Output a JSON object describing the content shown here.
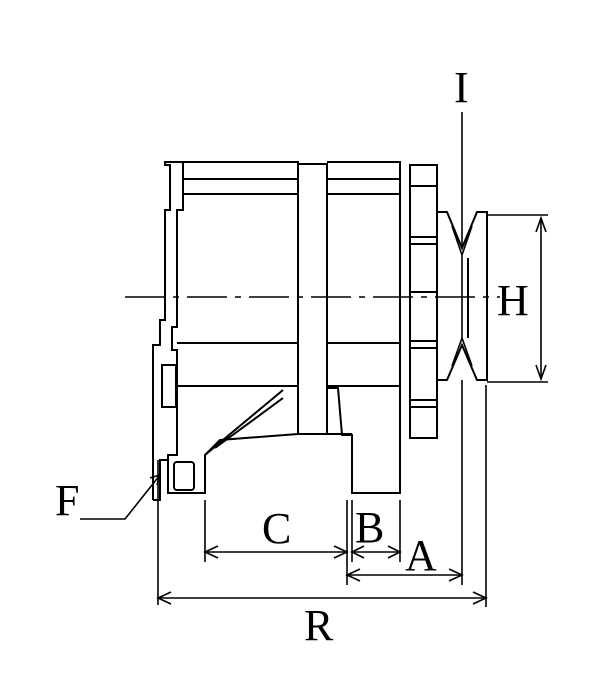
{
  "labels": {
    "I": "I",
    "H": "H",
    "F": "F",
    "C": "C",
    "B": "B",
    "A": "A",
    "R": "R"
  },
  "colors": {
    "ink": "#000000",
    "background": "#ffffff"
  }
}
